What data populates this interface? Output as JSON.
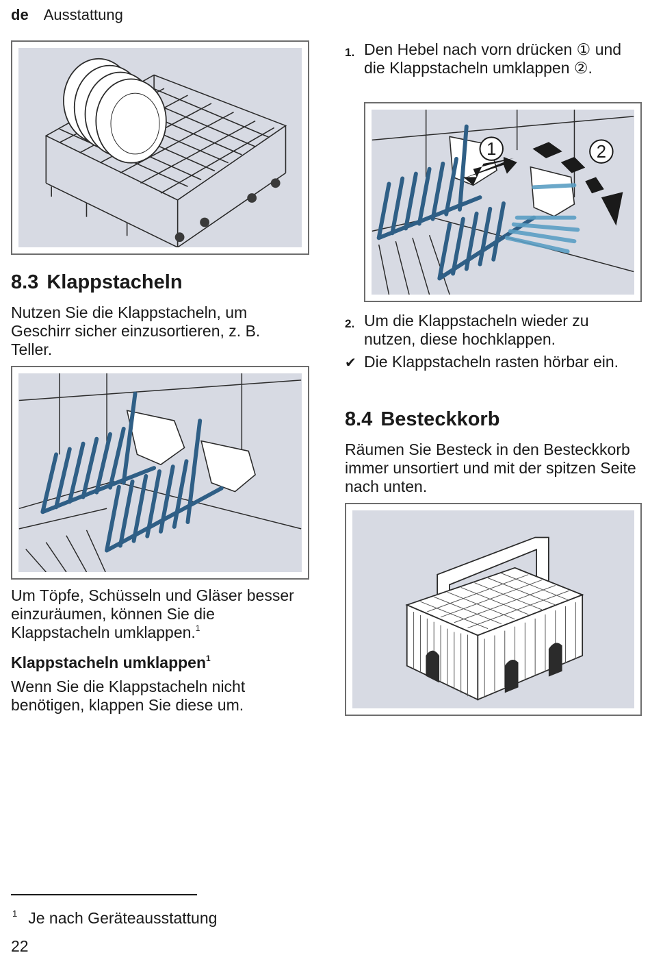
{
  "header": {
    "lang": "de",
    "section": "Ausstattung"
  },
  "left": {
    "section_8_3": {
      "number": "8.3",
      "title": "Klappstacheln"
    },
    "intro": "Nutzen Sie die Klappstacheln, um Geschirr sicher einzusortieren, z. B. Teller.",
    "para2": "Um Töpfe, Schüsseln und Gläser besser einzuräumen, können Sie die Klappstacheln umklappen.",
    "para2_sup": "1",
    "subheading": "Klappstacheln umklappen",
    "subheading_sup": "1",
    "para3": "Wenn Sie die Klappstacheln nicht benötigen, klappen Sie diese um."
  },
  "right": {
    "step1": {
      "marker": "1.",
      "text": "Den Hebel nach vorn drücken ① und die Klappstacheln umklappen ②."
    },
    "figure_labels": {
      "one": "1",
      "two": "2"
    },
    "step2": {
      "marker": "2.",
      "text": "Um die Klappstacheln wieder zu nutzen, diese hochklappen."
    },
    "result": {
      "marker": "✔",
      "text": "Die Klappstacheln rasten hörbar ein."
    },
    "section_8_4": {
      "number": "8.4",
      "title": "Besteckkorb"
    },
    "para": "Räumen Sie Besteck in den Besteckkorb immer unsortiert und mit der spitzen Seite nach unten."
  },
  "footnote": {
    "mark": "1",
    "text": "Je nach Geräteausstattung"
  },
  "page_number": "22",
  "colors": {
    "text": "#1a1a1a",
    "figure_bg": "#d7dae3",
    "frame": "#6d6d6d",
    "tine_blue": "#2f5f86",
    "tine_light": "#5b9fc4"
  }
}
